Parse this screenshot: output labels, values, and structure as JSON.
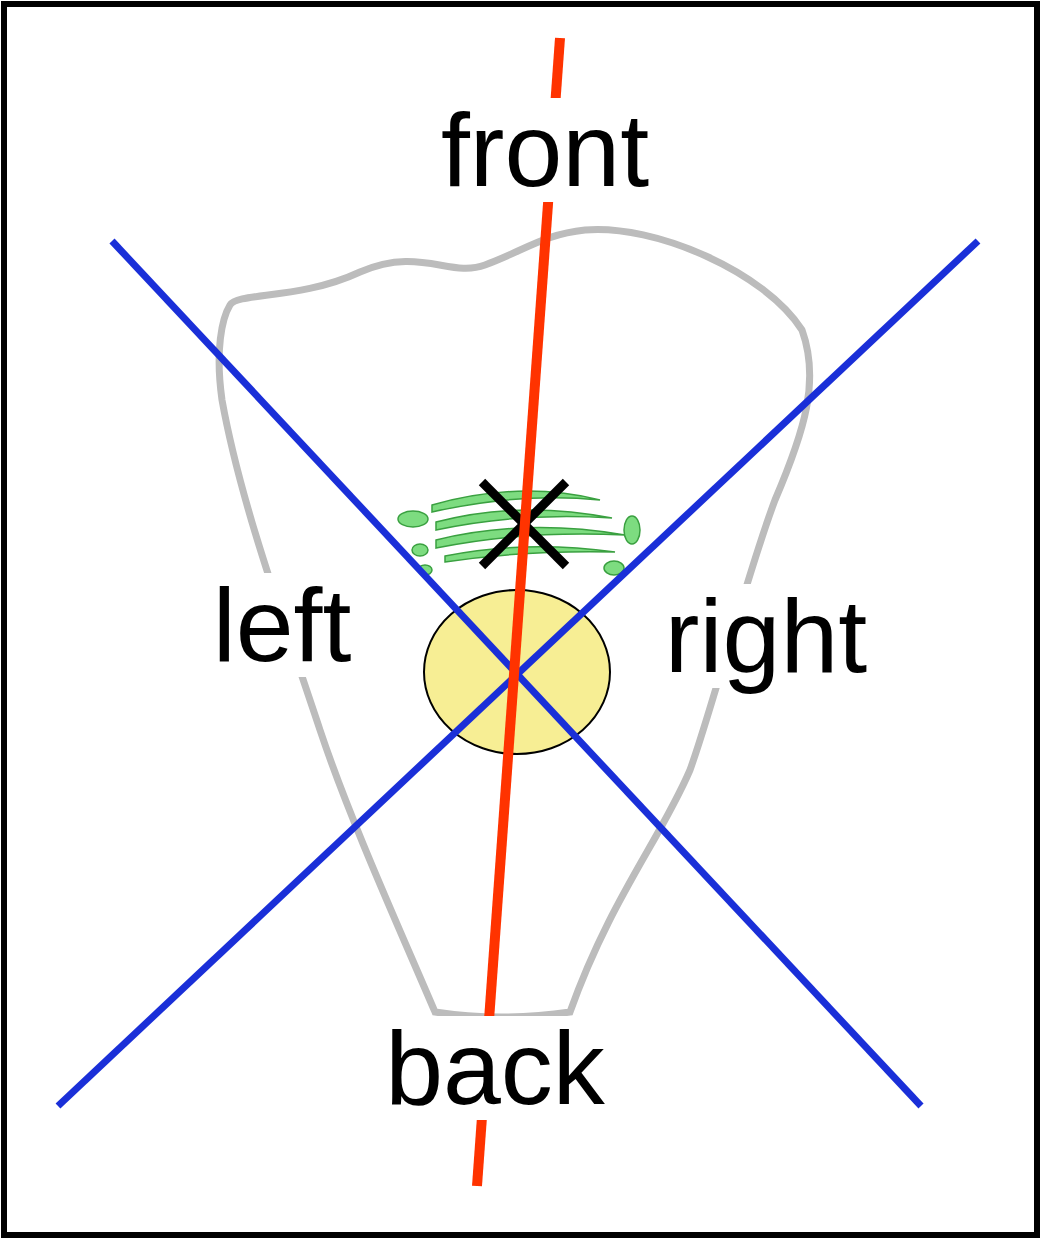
{
  "diagram": {
    "labels": [
      "front",
      "left",
      "right",
      "back"
    ]
  }
}
